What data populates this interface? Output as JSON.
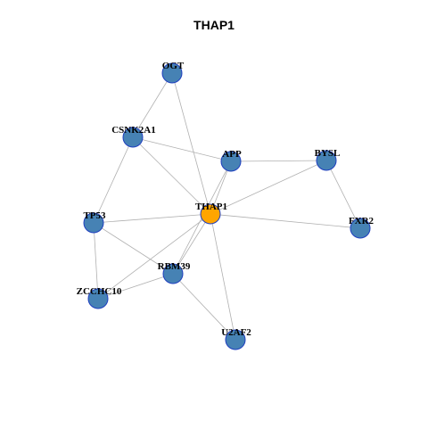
{
  "title": "THAP1",
  "colors": {
    "node_fill": "#4682b4",
    "node_stroke": "#1f3fbf",
    "center_fill": "#ffa500",
    "edge": "#b0b0b0"
  },
  "nodes": [
    {
      "id": "OGT",
      "label": "OGT",
      "center": false
    },
    {
      "id": "CSNK2A1",
      "label": "CSNK2A1",
      "center": false
    },
    {
      "id": "APP",
      "label": "APP",
      "center": false
    },
    {
      "id": "BYSL",
      "label": "BYSL",
      "center": false
    },
    {
      "id": "THAP1",
      "label": "THAP1",
      "center": true
    },
    {
      "id": "TP53",
      "label": "TP53",
      "center": false
    },
    {
      "id": "FXR2",
      "label": "FXR2",
      "center": false
    },
    {
      "id": "RBM39",
      "label": "RBM39",
      "center": false
    },
    {
      "id": "ZCCHC10",
      "label": "ZCCHC10",
      "center": false
    },
    {
      "id": "U2AF2",
      "label": "U2AF2",
      "center": false
    }
  ],
  "edges": [
    [
      "OGT",
      "CSNK2A1"
    ],
    [
      "OGT",
      "THAP1"
    ],
    [
      "CSNK2A1",
      "APP"
    ],
    [
      "CSNK2A1",
      "THAP1"
    ],
    [
      "CSNK2A1",
      "TP53"
    ],
    [
      "APP",
      "BYSL"
    ],
    [
      "APP",
      "THAP1"
    ],
    [
      "APP",
      "RBM39"
    ],
    [
      "BYSL",
      "THAP1"
    ],
    [
      "BYSL",
      "FXR2"
    ],
    [
      "THAP1",
      "TP53"
    ],
    [
      "THAP1",
      "FXR2"
    ],
    [
      "THAP1",
      "RBM39"
    ],
    [
      "THAP1",
      "ZCCHC10"
    ],
    [
      "THAP1",
      "U2AF2"
    ],
    [
      "TP53",
      "RBM39"
    ],
    [
      "TP53",
      "ZCCHC10"
    ],
    [
      "RBM39",
      "ZCCHC10"
    ],
    [
      "RBM39",
      "U2AF2"
    ]
  ]
}
